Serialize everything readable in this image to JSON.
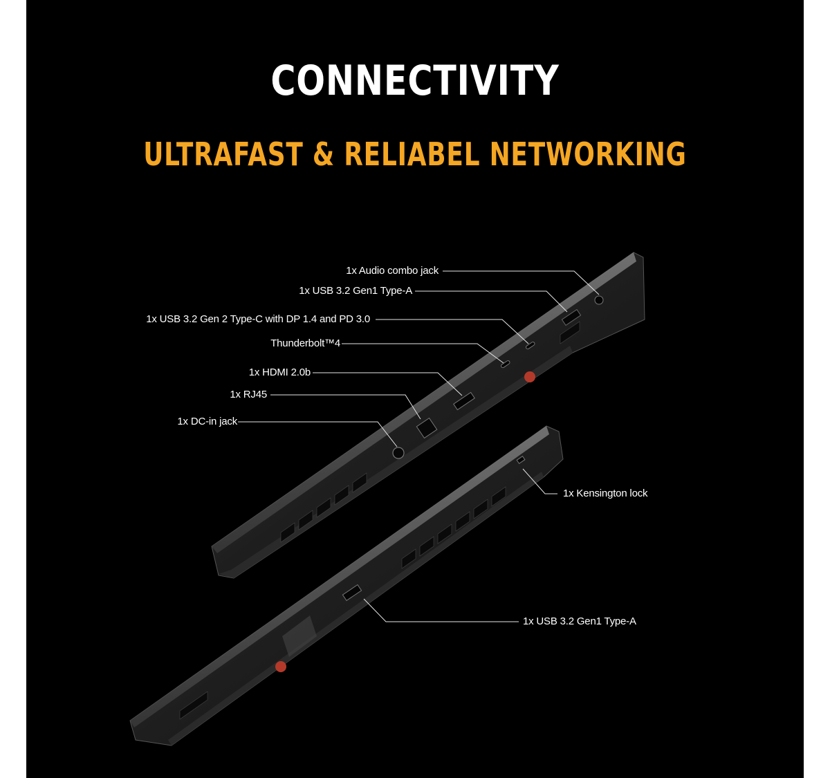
{
  "header": {
    "title": "CONNECTIVITY",
    "subtitle": "ULTRAFAST & RELIABEL NETWORKING"
  },
  "colors": {
    "background": "#000000",
    "title": "#ffffff",
    "accent": "#f5a623",
    "leader_line": "#e6e6e6"
  },
  "ports": {
    "audio": "1x Audio combo jack",
    "usb_a_left": "1x USB 3.2 Gen1 Type-A",
    "usb_c": "1x  USB 3.2 Gen 2 Type-C with DP 1.4 and PD 3.0",
    "thunderbolt": "Thunderbolt™4",
    "hdmi": "1x HDMI 2.0b",
    "rj45": "1x RJ45",
    "dc_in": "1x DC-in jack",
    "kensington": "1x Kensington lock",
    "usb_a_right": "1x USB 3.2 Gen1 Type-A"
  }
}
